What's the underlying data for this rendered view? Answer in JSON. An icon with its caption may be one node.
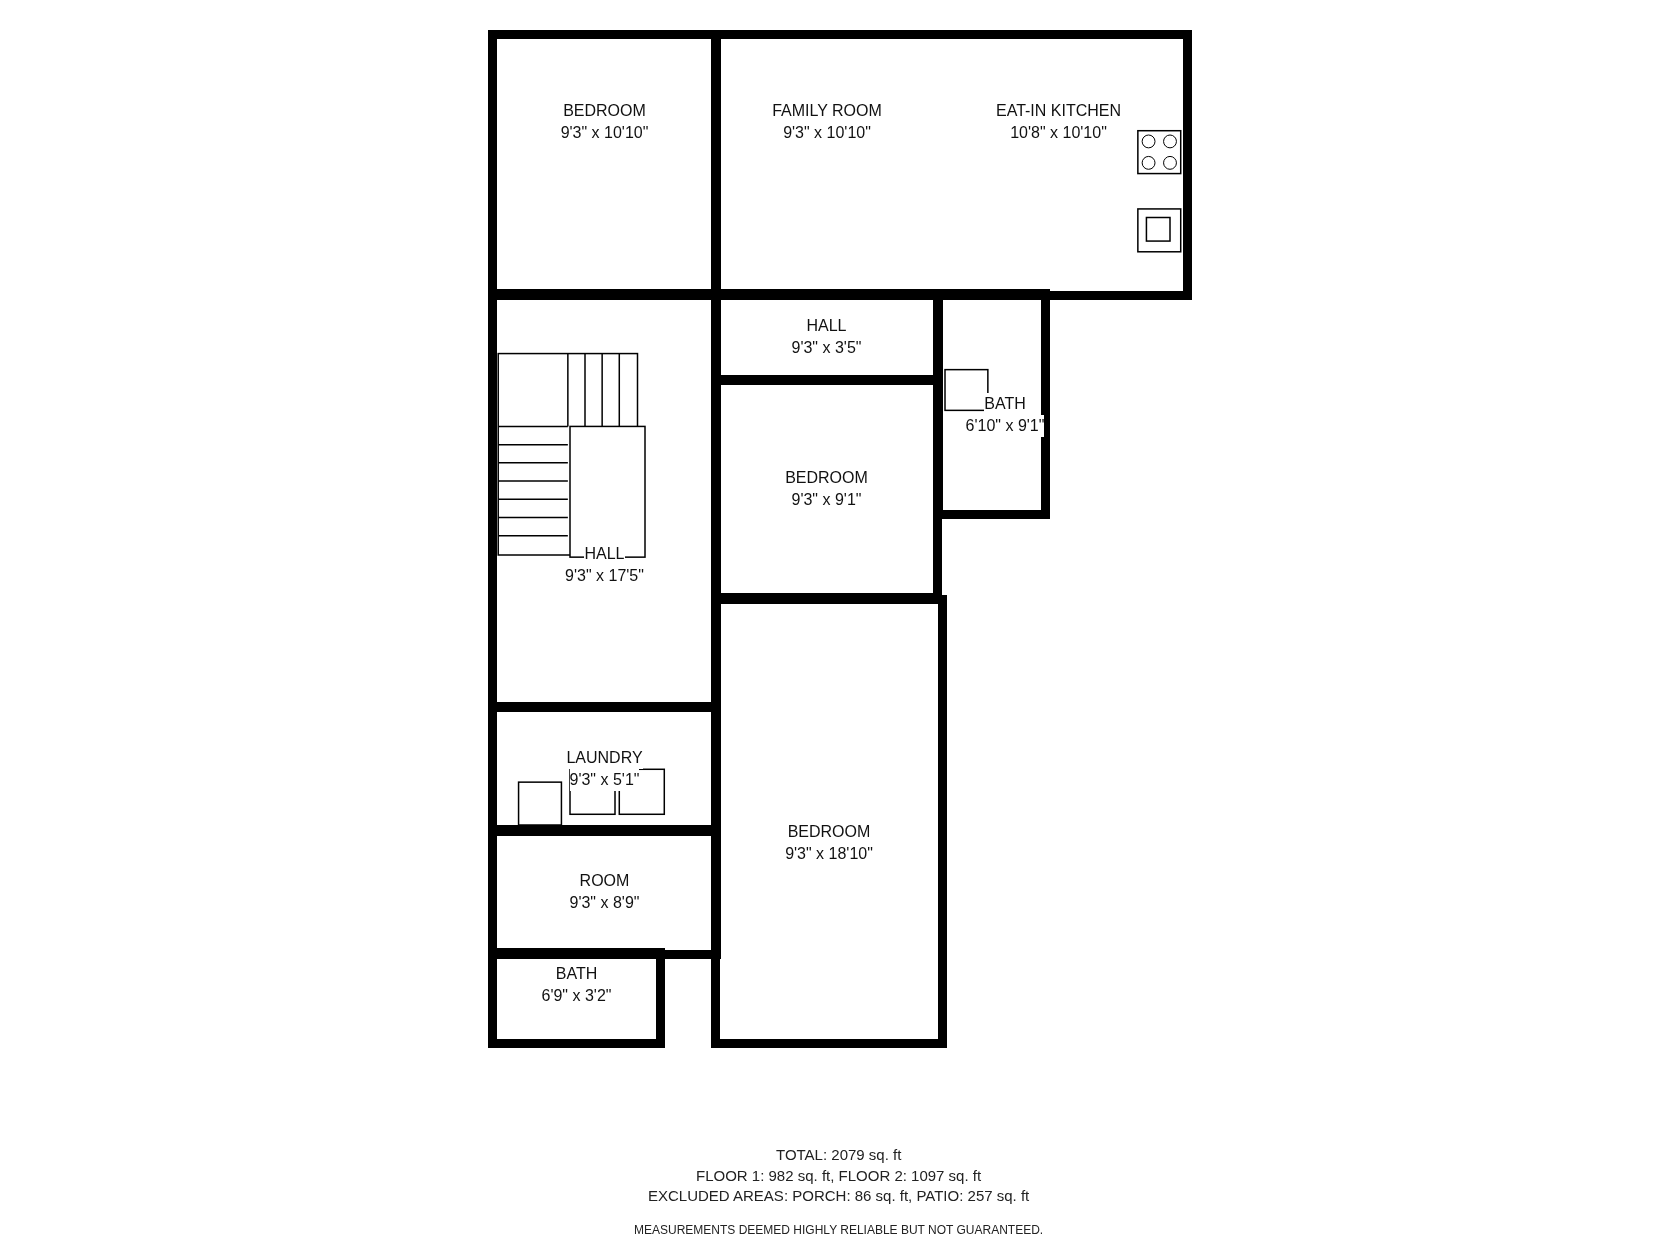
{
  "diagram": {
    "nodes": [
      {
        "text": [
          "BEDROOM",
          "9'3\" x 10'10\""
        ]
      },
      {
        "text": [
          "FAMILY ROOM",
          "9'3\" x 10'10\""
        ]
      },
      {
        "text": [
          "EAT-IN KITCHEN",
          "10'8\" x 10'10\""
        ]
      },
      {
        "text": [
          "HALL",
          "9'3\" x 3'5\""
        ]
      },
      {
        "text": [
          "BATH",
          "6'10\" x 9'1\""
        ]
      },
      {
        "text": [
          "BEDROOM",
          "9'3\" x 9'1\""
        ]
      },
      {
        "text": [
          "HALL",
          "9'3\" x 17'5\""
        ]
      },
      {
        "text": [
          "LAUNDRY",
          "9'3\" x 5'1\""
        ]
      },
      {
        "text": [
          "ROOM",
          "9'3\" x 8'9\""
        ]
      },
      {
        "text": [
          "BATH",
          "6'9\" x 3'2\""
        ]
      },
      {
        "text": [
          "BEDROOM",
          "9'3\" x 18'10\""
        ]
      }
    ],
    "labels": [
      "TOTAL: 2079 sq. ft",
      "FLOOR 1: 982 sq. ft, FLOOR 2: 1097 sq. ft",
      "EXCLUDED AREAS: PORCH: 86 sq. ft, PATIO: 257 sq. ft",
      "MEASUREMENTS DEEMED HIGHLY RELIABLE BUT NOT GUARANTEED."
    ]
  }
}
